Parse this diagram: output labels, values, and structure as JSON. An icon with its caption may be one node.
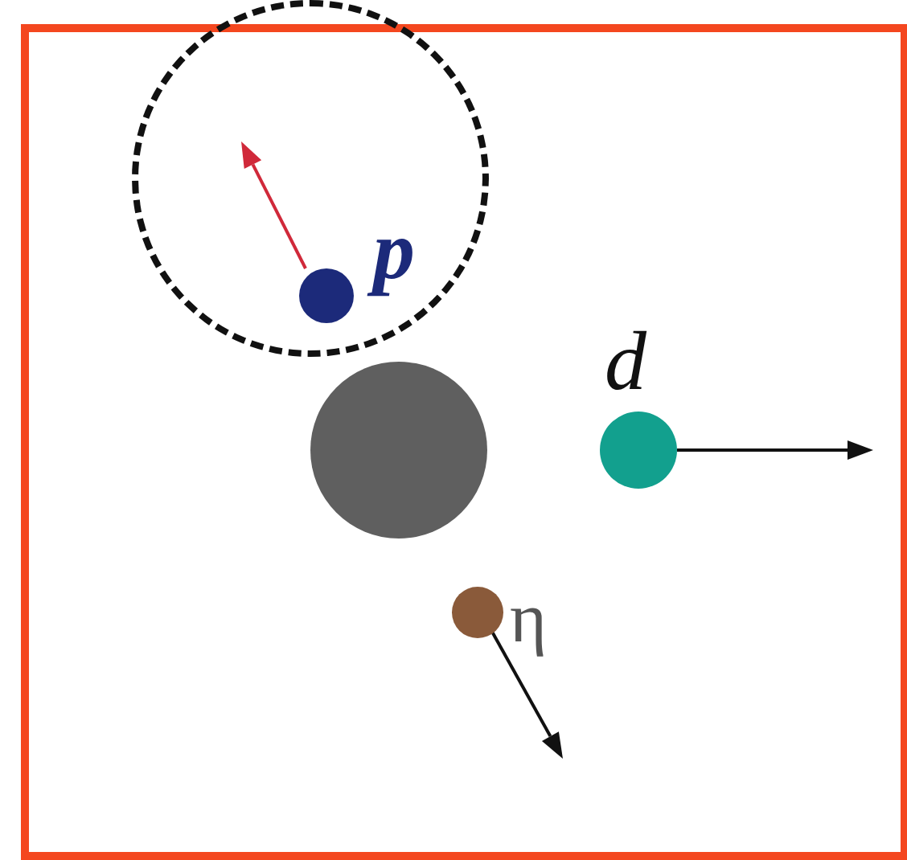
{
  "diagram": {
    "nodes": [
      {
        "text": [],
        "shape": "circle"
      },
      {
        "text": [],
        "shape": "circle",
        "in": 0,
        "beside": [
          "p"
        ]
      },
      {
        "text": [],
        "shape": "circle"
      },
      {
        "text": [],
        "shape": "circle",
        "beside": [
          "d"
        ]
      },
      {
        "text": [],
        "shape": "circle",
        "beside": [
          "η"
        ]
      }
    ]
  }
}
